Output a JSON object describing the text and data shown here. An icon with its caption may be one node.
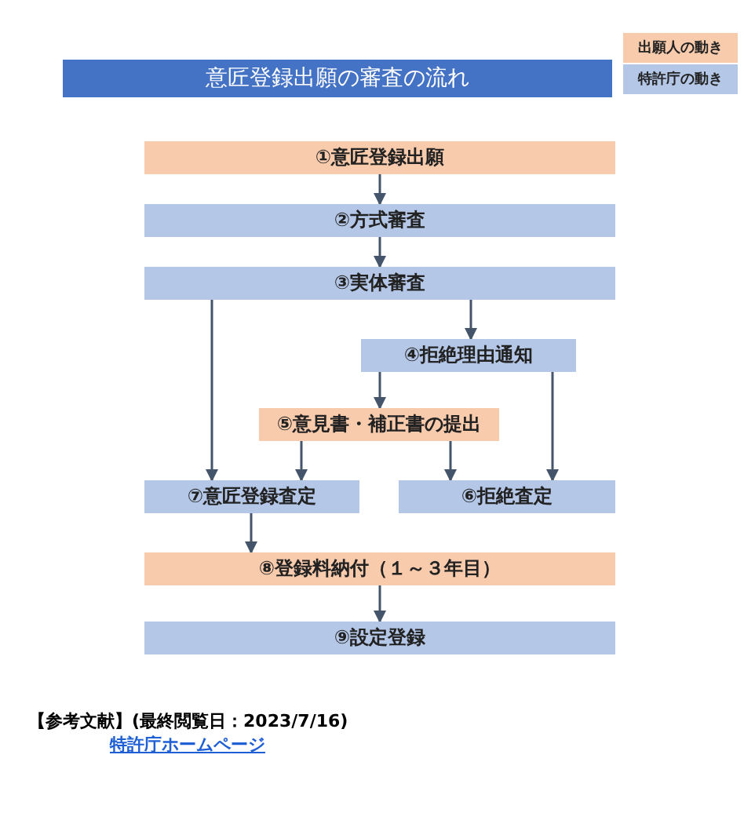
{
  "diagram": {
    "title": "意匠登録出願の審査の流れ",
    "nodes": [
      {
        "text": [
          "①意匠登録出願"
        ]
      },
      {
        "text": [
          "②方式審査"
        ]
      },
      {
        "text": [
          "③実体審査"
        ]
      },
      {
        "text": [
          "④拒絶理由通知"
        ]
      },
      {
        "text": [
          "⑤意見書・補正書の提出"
        ]
      },
      {
        "text": [
          "⑦意匠登録査定"
        ]
      },
      {
        "text": [
          "⑥拒絶査定"
        ]
      },
      {
        "text": [
          "⑧登録料納付（１～３年目）"
        ]
      },
      {
        "text": [
          "⑨設定登録"
        ]
      }
    ],
    "edges": [
      {
        "from": 0,
        "to": 1,
        "arrow": "to"
      },
      {
        "from": 1,
        "to": 2,
        "arrow": "to"
      },
      {
        "from": 2,
        "to": 5,
        "arrow": "to"
      },
      {
        "from": 2,
        "to": 3,
        "arrow": "to"
      },
      {
        "from": 3,
        "to": 4,
        "arrow": "to"
      },
      {
        "from": 4,
        "to": 5,
        "arrow": "to"
      },
      {
        "from": 4,
        "to": 6,
        "arrow": "to"
      },
      {
        "from": 3,
        "to": 6,
        "arrow": "to"
      },
      {
        "from": 5,
        "to": 7,
        "arrow": "to"
      },
      {
        "from": 7,
        "to": 8,
        "arrow": "to"
      }
    ],
    "labels": [
      "【参考文献】(最終閲覧日：2023/7/16)",
      "特許庁ホームページ"
    ],
    "legend": [
      {
        "text": "出願人の動き",
        "color": "#f8cbad"
      },
      {
        "text": "特許庁の動き",
        "color": "#b4c7e7"
      }
    ]
  }
}
